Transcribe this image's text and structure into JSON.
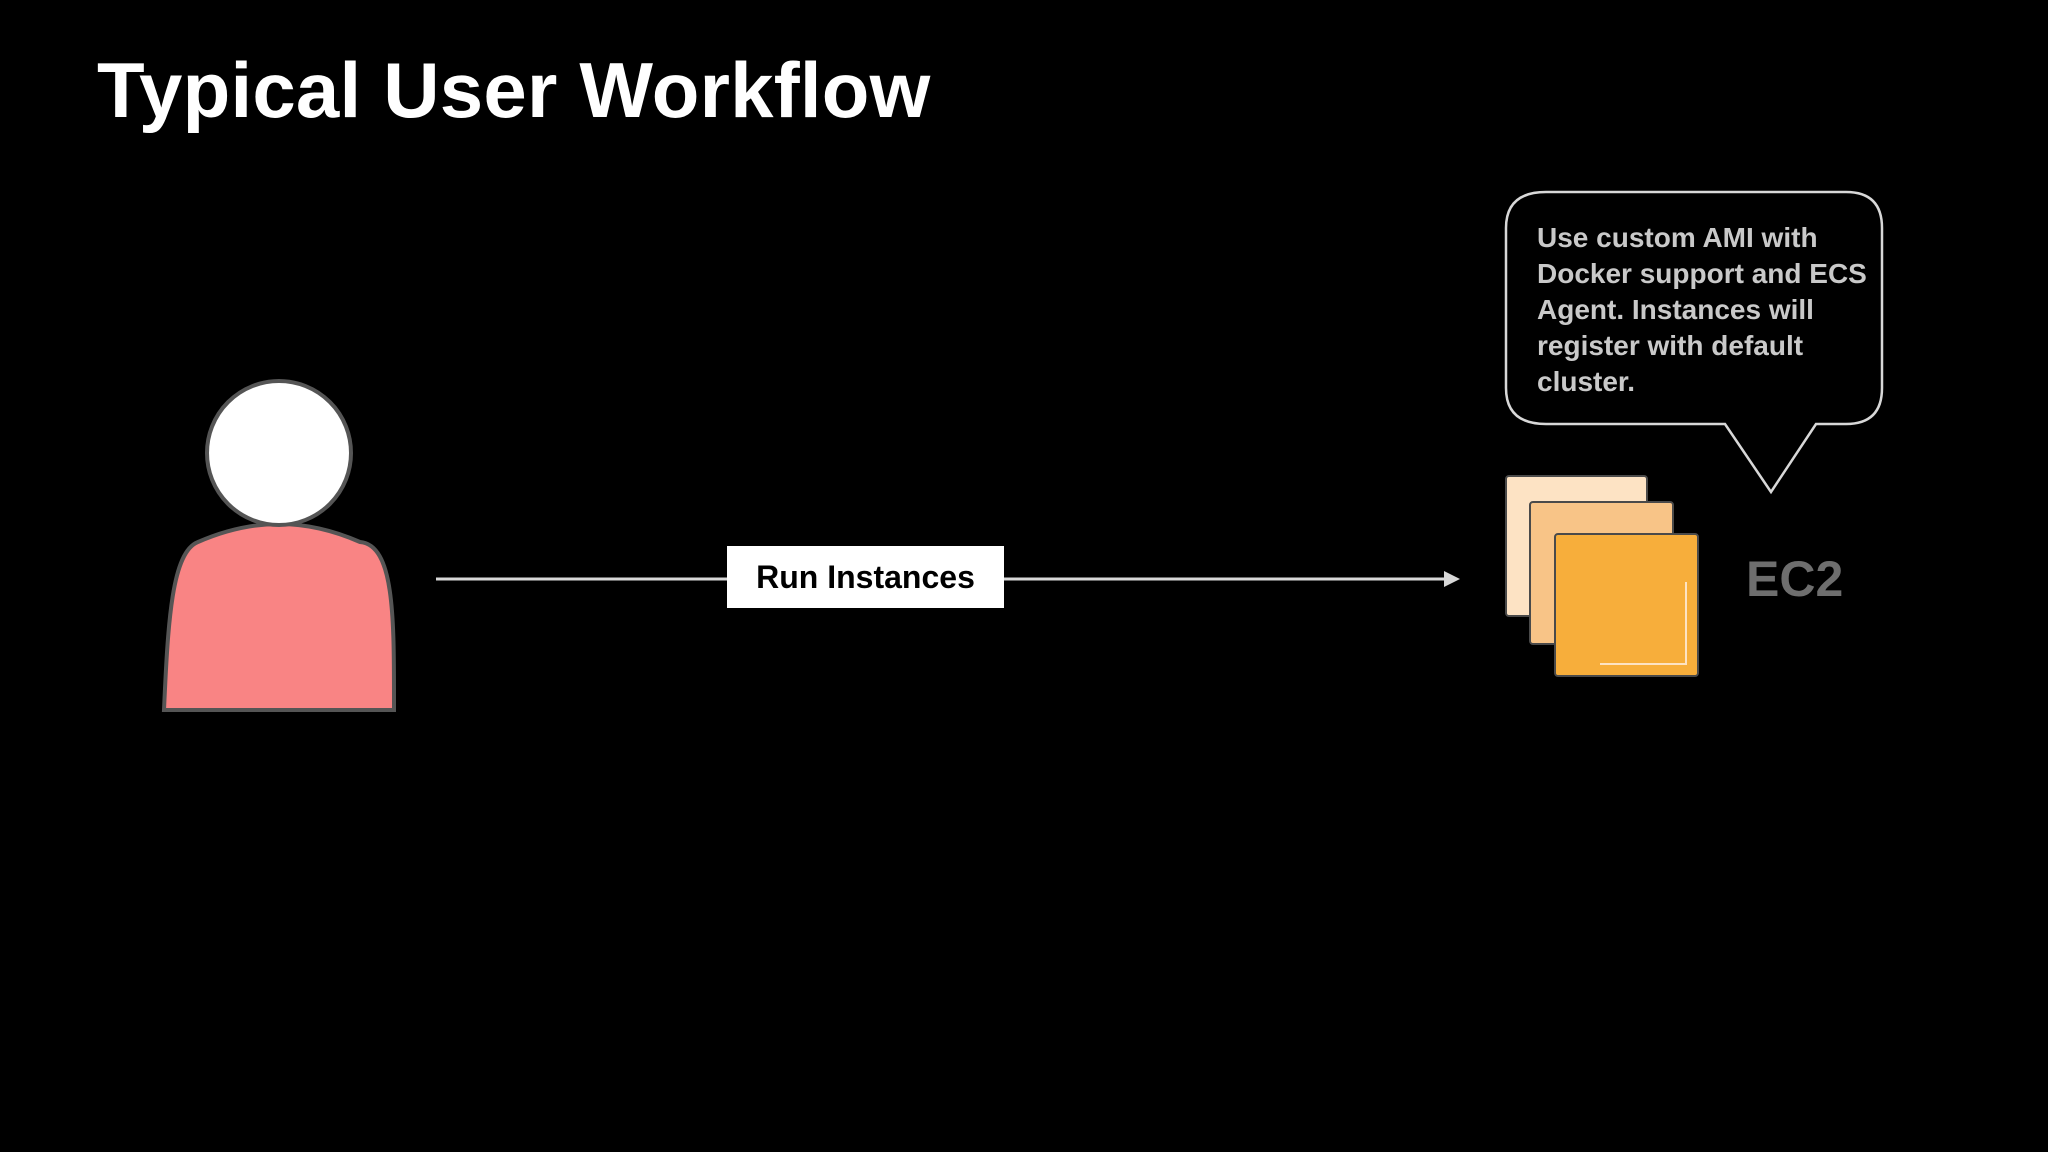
{
  "slide": {
    "title": "Typical User Workflow"
  },
  "flow": {
    "action_label": "Run Instances"
  },
  "callout": {
    "text": "Use custom AMI with Docker support and ECS Agent. Instances will register with default cluster."
  },
  "target": {
    "label": "EC2",
    "icon": "ec2-instances-icon"
  },
  "user": {
    "icon": "user-icon"
  },
  "colors": {
    "background": "#000000",
    "title": "#ffffff",
    "user_body": "#f98484",
    "user_head": "#ffffff",
    "arrow": "#d8d8d8",
    "callout_text": "#c9c9c9",
    "ec2_label": "#6e6e6e",
    "ec2_back": "#fde3c4",
    "ec2_middle": "#f8c487",
    "ec2_front": "#f7ae3b"
  }
}
